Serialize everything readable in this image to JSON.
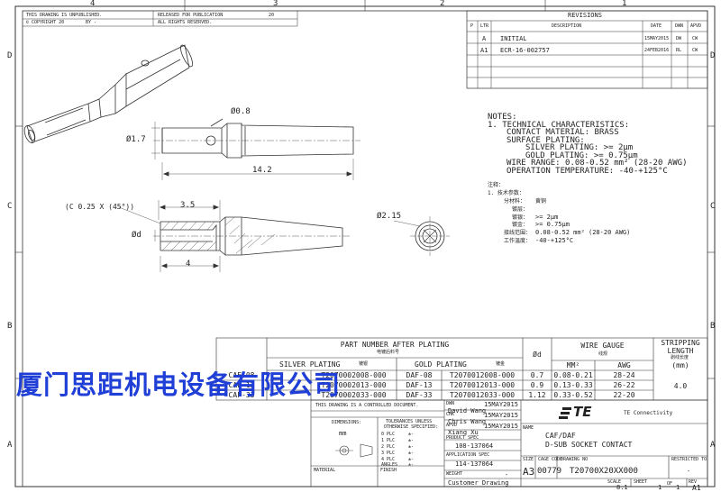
{
  "border": {
    "zones_top": [
      "4",
      "3",
      "2",
      "1"
    ],
    "zones_side": [
      "D",
      "C",
      "B",
      "A"
    ],
    "unpublished": "THIS DRAWING IS UNPUBLISHED.",
    "copyright": "© COPYRIGHT 20",
    "by": "BY -",
    "released": "RELEASED FOR PUBLICATION",
    "reserved": "ALL RIGHTS RESERVED.",
    "year": "20"
  },
  "revisions": {
    "title": "REVISIONS",
    "headers": {
      "p": "P",
      "ltr": "LTR",
      "desc": "DESCRIPTION",
      "date": "DATE",
      "dwn": "DWN",
      "apvd": "APVD"
    },
    "rows": [
      {
        "ltr": "A",
        "desc": "INITIAL",
        "date": "15MAY2015",
        "dwn": "DW",
        "apvd": "CW"
      },
      {
        "ltr": "A1",
        "desc": "ECR-16-002757",
        "date": "24FEB2016",
        "dwn": "RL",
        "apvd": "CW"
      }
    ]
  },
  "dims": {
    "d08": "Ø0.8",
    "d17": "Ø1.7",
    "len142": "14.2",
    "chamfer": "(C 0.25 X (45°))",
    "l35": "3.5",
    "dd": "Ød",
    "l4": "4",
    "d215": "Ø2.15"
  },
  "notes_en": [
    "NOTES:",
    "1. TECHNICAL CHARACTERISTICS:",
    "CONTACT MATERIAL: BRASS",
    "SURFACE PLATING:",
    "SILVER PLATING: >= 2µm",
    "GOLD PLATING: >= 0.75µm",
    "WIRE RANGE: 0.08-0.52 mm² (28-20 AWG)",
    "OPERATION TEMPERATURE: -40-+125°C"
  ],
  "notes_cn": [
    "注释：",
    "1. 技术参数：",
    "分材料：",
    "黄铜",
    "镀层：",
    "镀银：",
    ">= 2µm",
    "镀金：",
    ">= 0.75µm",
    "接线范围：",
    "0.08-0.52 mm² (28-20 AWG)",
    "工作温度：",
    "-40-+125°C"
  ],
  "table": {
    "part_number_title": "PART NUMBER AFTER PLATING",
    "part_number_cn": "电镀后料号",
    "silver": "SILVER PLATING",
    "silver_cn": "镀银",
    "gold": "GOLD PLATING",
    "gold_cn": "镀金",
    "d": "Ød",
    "wire_gauge": "WIRE GAUGE",
    "wire_gauge_cn": "线规",
    "mm2": "MM²",
    "awg": "AWG",
    "stripping": "STRIPPING",
    "length": "LENGTH",
    "strip_cn": "剥线长度",
    "mm": "(mm)",
    "strip_value": "4.0",
    "rows": [
      {
        "s_type": "CAF-08",
        "s_pn": "T2070002008-000",
        "g_type": "DAF-08",
        "g_pn": "T2070012008-000",
        "d": "0.7",
        "mm2": "0.08-0.21",
        "awg": "28-24"
      },
      {
        "s_type": "CAF-13",
        "s_pn": "T2070002013-000",
        "g_type": "DAF-13",
        "g_pn": "T2070012013-000",
        "d": "0.9",
        "mm2": "0.13-0.33",
        "awg": "26-22"
      },
      {
        "s_type": "CAF-33",
        "s_pn": "T2070002033-000",
        "g_type": "DAF-33",
        "g_pn": "T2070012033-000",
        "d": "1.12",
        "mm2": "0.33-0.52",
        "awg": "22-20"
      }
    ]
  },
  "watermark": "厦门思距机电设备有限公司",
  "title_block": {
    "controlled": "THIS DRAWING IS A CONTROLLED DOCUMENT.",
    "dimensions": "DIMENSIONS:",
    "dim_unit": "mm",
    "tolerances": "TOLERANCES UNLESS",
    "otherwise": "OTHERWISE SPECIFIED:",
    "plc": [
      "0 PLC",
      "1 PLC",
      "2 PLC",
      "3 PLC",
      "4 PLC",
      "ANGLES"
    ],
    "plc_vals": [
      "±-",
      "±-",
      "±-",
      "±-",
      "±-",
      "±-"
    ],
    "material": "MATERIAL",
    "finish": "FINISH",
    "dwn_label": "DWN",
    "dwn_date": "15MAY2015",
    "dwn_name": "David Wang",
    "chk_label": "CHK",
    "chk_date": "15MAY2015",
    "chk_name": "Chris Wang",
    "apvd_label": "APVD",
    "apvd_date": "15MAY2015",
    "apvd_name": "Xiang Xu",
    "prod_spec": "PRODUCT SPEC",
    "prod_spec_val": "108-137064",
    "app_spec": "APPLICATION SPEC",
    "app_spec_val": "114-137064",
    "weight": "WEIGHT",
    "weight_val": "-",
    "cust_drawing": "Customer Drawing",
    "logo": "TE",
    "company": "TE Connectivity",
    "name_label": "NAME",
    "title1": "CAF/DAF",
    "title2": "D-SUB SOCKET CONTACT",
    "size_label": "SIZE",
    "cage_label": "CAGE CODE",
    "dwg_label": "DRAWING NO",
    "restricted_label": "RESTRICTED TO",
    "size": "A3",
    "cage": "00779",
    "dwg_no": "T20700X20XX000",
    "restricted": "-",
    "scale_label": "SCALE",
    "scale": "8:1",
    "sheet_label": "SHEET",
    "sheet": "1",
    "of": "OF",
    "sheets": "1",
    "rev_label": "REV",
    "rev": "A1"
  }
}
